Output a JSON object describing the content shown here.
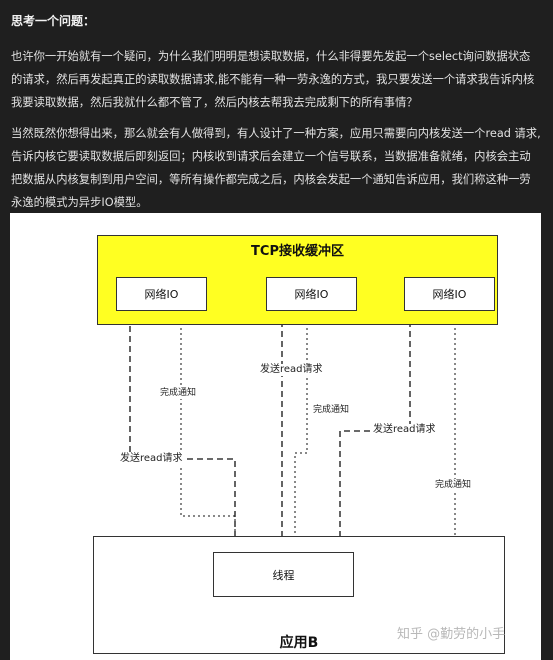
{
  "heading": "思考一个问题：",
  "paragraph1": "也许你一开始就有一个疑问，为什么我们明明是想读取数据，什么非得要先发起一个select询问数据状态的请求，然后再发起真正的读取数据请求,能不能有一种一劳永逸的方式，我只要发送一个请求我告诉内核我要读取数据，然后我就什么都不管了，然后内核去帮我去完成剩下的所有事情？",
  "paragraph2": "当然既然你想得出来，那么就会有人做得到，有人设计了一种方案，应用只需要向内核发送一个read 请求,告诉内核它要读取数据后即刻返回；内核收到请求后会建立一个信号联系，当数据准备就绪，内核会主动把数据从内核复制到用户空间，等所有操作都完成之后，内核会发起一个通知告诉应用，我们称这种一劳永逸的模式为异步IO模型。",
  "diagram": {
    "tcp_buffer": "TCP接收缓冲区",
    "io_boxes": [
      "网络IO",
      "网络IO",
      "网络IO"
    ],
    "thread": "线程",
    "app": "应用B",
    "labels": {
      "send_read_left": "发送read请求",
      "notify_left": "完成通知",
      "send_read_mid": "发送read请求",
      "notify_mid": "完成通知",
      "send_read_right": "发送read请求",
      "notify_right": "完成通知"
    }
  },
  "watermark": "知乎 @勤劳的小手"
}
